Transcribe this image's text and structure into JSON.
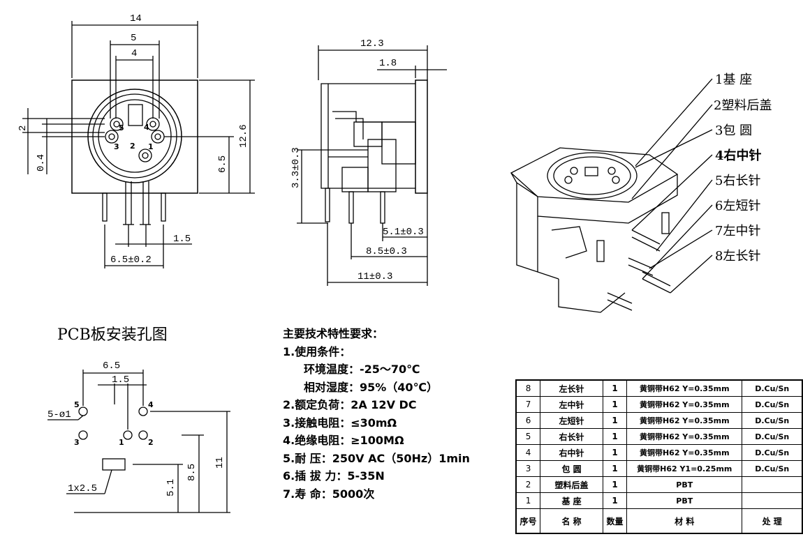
{
  "front_view": {
    "dims": {
      "width_14": "14",
      "w5": "5",
      "w4": "4",
      "h2": "2",
      "h04": "0.4",
      "h126": "12.6",
      "h65": "6.5",
      "w15": "1.5",
      "w65": "6.5±0.2"
    },
    "pins": [
      "5",
      "4",
      "3",
      "2",
      "1"
    ]
  },
  "side_view": {
    "dims": {
      "d123": "12.3",
      "d18": "1.8",
      "d33": "3.3±0.3",
      "d51": "5.1±0.3",
      "d85": "8.5±0.3",
      "d11": "11±0.3"
    }
  },
  "iso_labels": [
    "1基  座",
    "2塑料后盖",
    "3包  圆",
    "4右中针",
    "5右长针",
    "6左短针",
    "7左中针",
    "8左长针"
  ],
  "pcb": {
    "title": "PCB板安装孔图",
    "dims": {
      "w65": "6.5",
      "w15": "1.5",
      "hole": "5-ø1",
      "slot": "1x2.5",
      "h51": "5.1",
      "h85": "8.5",
      "h11": "11"
    },
    "pins": [
      "5",
      "4",
      "3",
      "1",
      "2"
    ]
  },
  "requirements": {
    "title": "主要技术特性要求：",
    "lines": [
      {
        "text": "1.使用条件：",
        "indent": false
      },
      {
        "text": "环境温度：-25～70℃",
        "indent": true
      },
      {
        "text": "相对湿度：95%（40℃）",
        "indent": true
      },
      {
        "text": "2.额定负荷：2A 12V DC",
        "indent": false
      },
      {
        "text": "3.接触电阻：≤30mΩ",
        "indent": false
      },
      {
        "text": "4.绝缘电阻：≥100MΩ",
        "indent": false
      },
      {
        "text": "5.耐    压：250V AC（50Hz）1min",
        "indent": false
      },
      {
        "text": "6.插 拔 力：5-35N",
        "indent": false
      },
      {
        "text": "7.寿    命：5000次",
        "indent": false
      }
    ]
  },
  "bom": {
    "rows": [
      {
        "no": "8",
        "name": "左长针",
        "qty": "1",
        "material": "黄铜带H62 Y=0.35mm",
        "finish": "D.Cu/Sn"
      },
      {
        "no": "7",
        "name": "左中针",
        "qty": "1",
        "material": "黄铜带H62 Y=0.35mm",
        "finish": "D.Cu/Sn"
      },
      {
        "no": "6",
        "name": "左短针",
        "qty": "1",
        "material": "黄铜带H62 Y=0.35mm",
        "finish": "D.Cu/Sn"
      },
      {
        "no": "5",
        "name": "右长针",
        "qty": "1",
        "material": "黄铜带H62 Y=0.35mm",
        "finish": "D.Cu/Sn"
      },
      {
        "no": "4",
        "name": "右中针",
        "qty": "1",
        "material": "黄铜带H62 Y=0.35mm",
        "finish": "D.Cu/Sn"
      },
      {
        "no": "3",
        "name": "包  圆",
        "qty": "1",
        "material": "黄铜带H62 Y1=0.25mm",
        "finish": "D.Cu/Sn"
      },
      {
        "no": "2",
        "name": "塑料后盖",
        "qty": "1",
        "material": "PBT",
        "finish": ""
      },
      {
        "no": "1",
        "name": "基  座",
        "qty": "1",
        "material": "PBT",
        "finish": ""
      }
    ],
    "header": {
      "no": "序号",
      "name": "名  称",
      "qty": "数量",
      "material": "材    料",
      "finish": "处    理"
    }
  }
}
